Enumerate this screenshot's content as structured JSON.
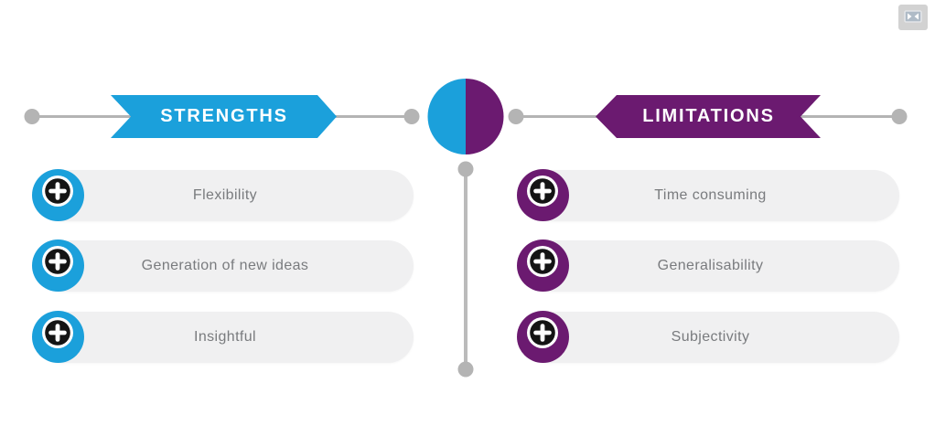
{
  "slide": {
    "background": "#FFFFFF",
    "center_icon": "split-circle-icon",
    "columns": {
      "strengths": {
        "title": "STRENGTHS",
        "color": "#1BA0DB",
        "items": [
          {
            "label": "Flexibility",
            "icon": "plus-icon"
          },
          {
            "label": "Generation of new ideas",
            "icon": "plus-icon"
          },
          {
            "label": "Insightful",
            "icon": "plus-icon"
          }
        ]
      },
      "limitations": {
        "title": "LIMITATIONS",
        "color": "#6B1A70",
        "items": [
          {
            "label": "Time consuming",
            "icon": "plus-icon"
          },
          {
            "label": "Generalisability",
            "icon": "plus-icon"
          },
          {
            "label": "Subjectivity",
            "icon": "plus-icon"
          }
        ]
      }
    },
    "colors": {
      "connector_gray": "#B4B4B4",
      "pill_background": "#F0F0F1",
      "pill_text": "#797B7E",
      "emblem_black": "#141414",
      "banner_text": "#FFFFFF"
    },
    "controls": {
      "restore_button_icon": "collapse-horizontal-icon"
    }
  }
}
